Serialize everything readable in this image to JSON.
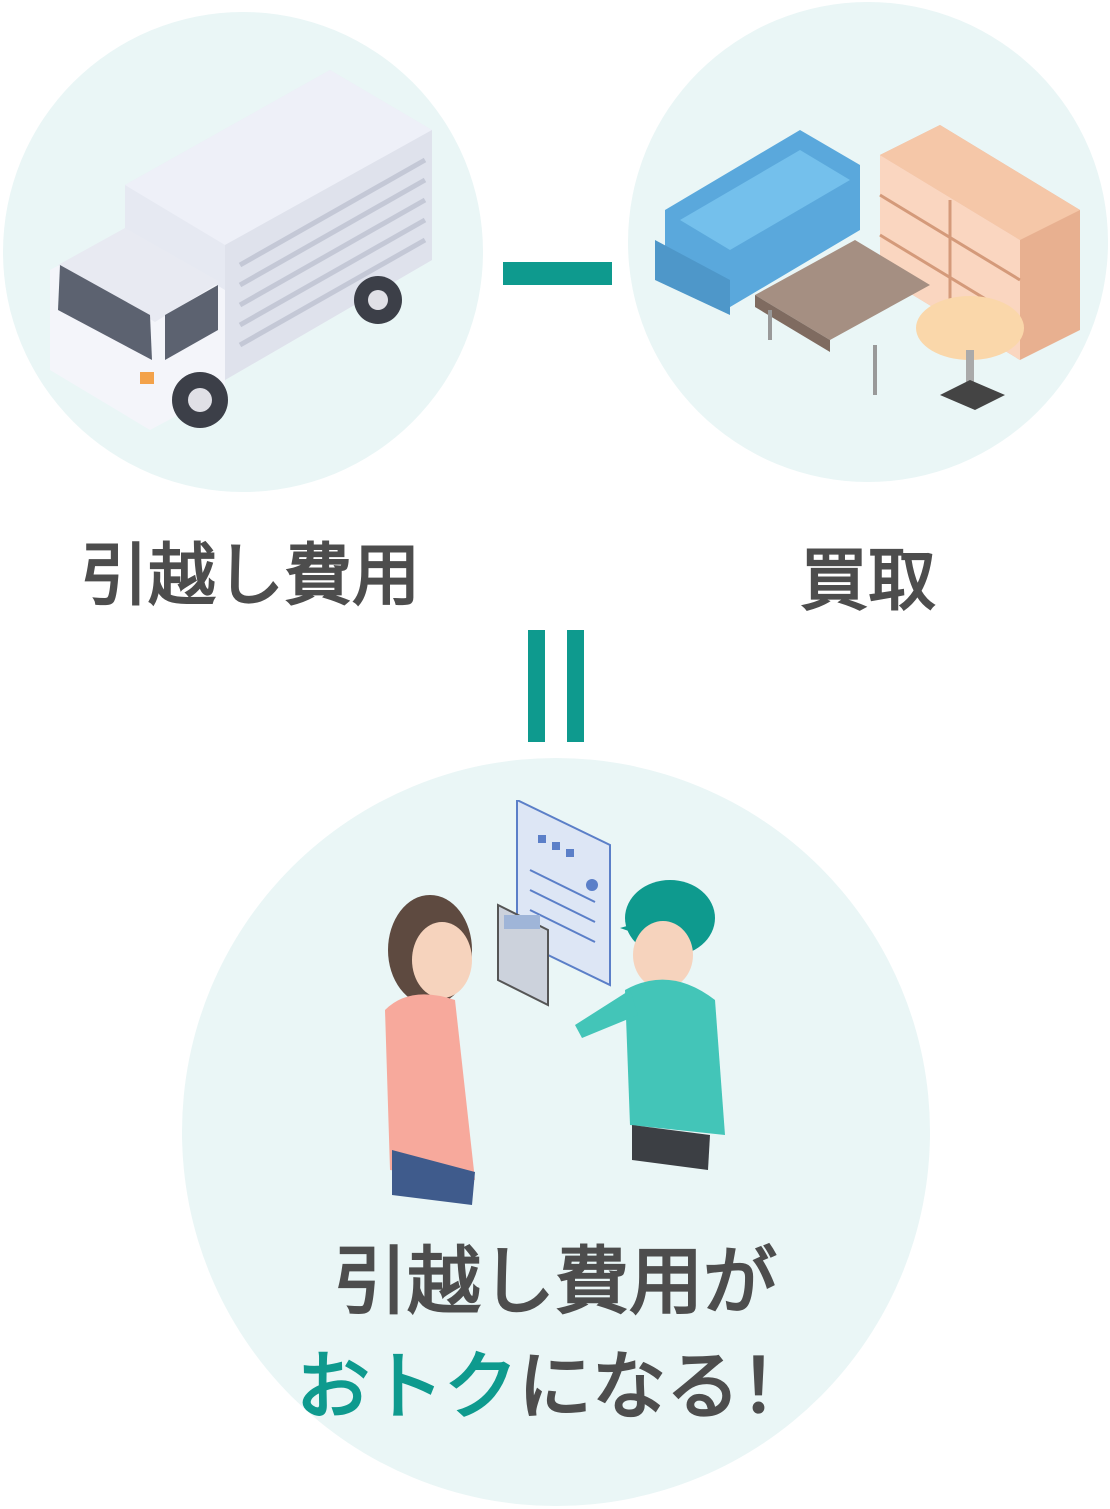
{
  "left_term": {
    "icon": "moving-truck",
    "label": "引越し費用"
  },
  "operator": "minus",
  "right_term": {
    "icon": "furniture-set",
    "label": "買取"
  },
  "equals": "equals",
  "result": {
    "icon": "staff-consulting-customer",
    "line1": "引越し費用が",
    "line2_highlight": "おトク",
    "line2_rest": "になる！"
  },
  "colors": {
    "accent": "#0e9a8e",
    "circle": "#eaf6f6",
    "text": "#4d4d4d"
  }
}
